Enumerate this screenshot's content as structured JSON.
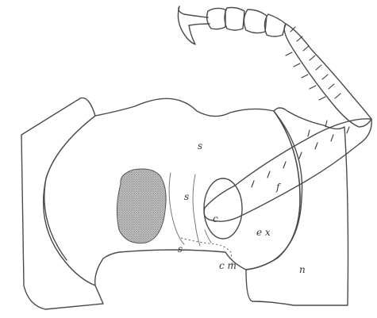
{
  "figure": {
    "labels": {
      "s_top": "s",
      "s_mid": "s",
      "s_low": "s",
      "c": "c",
      "f": "f",
      "ex": "e x",
      "cm": "c m",
      "n": "n"
    },
    "colors": {
      "ink": "#4a4a4a",
      "shade": "#9a9a9a",
      "paper": "#ffffff"
    }
  }
}
